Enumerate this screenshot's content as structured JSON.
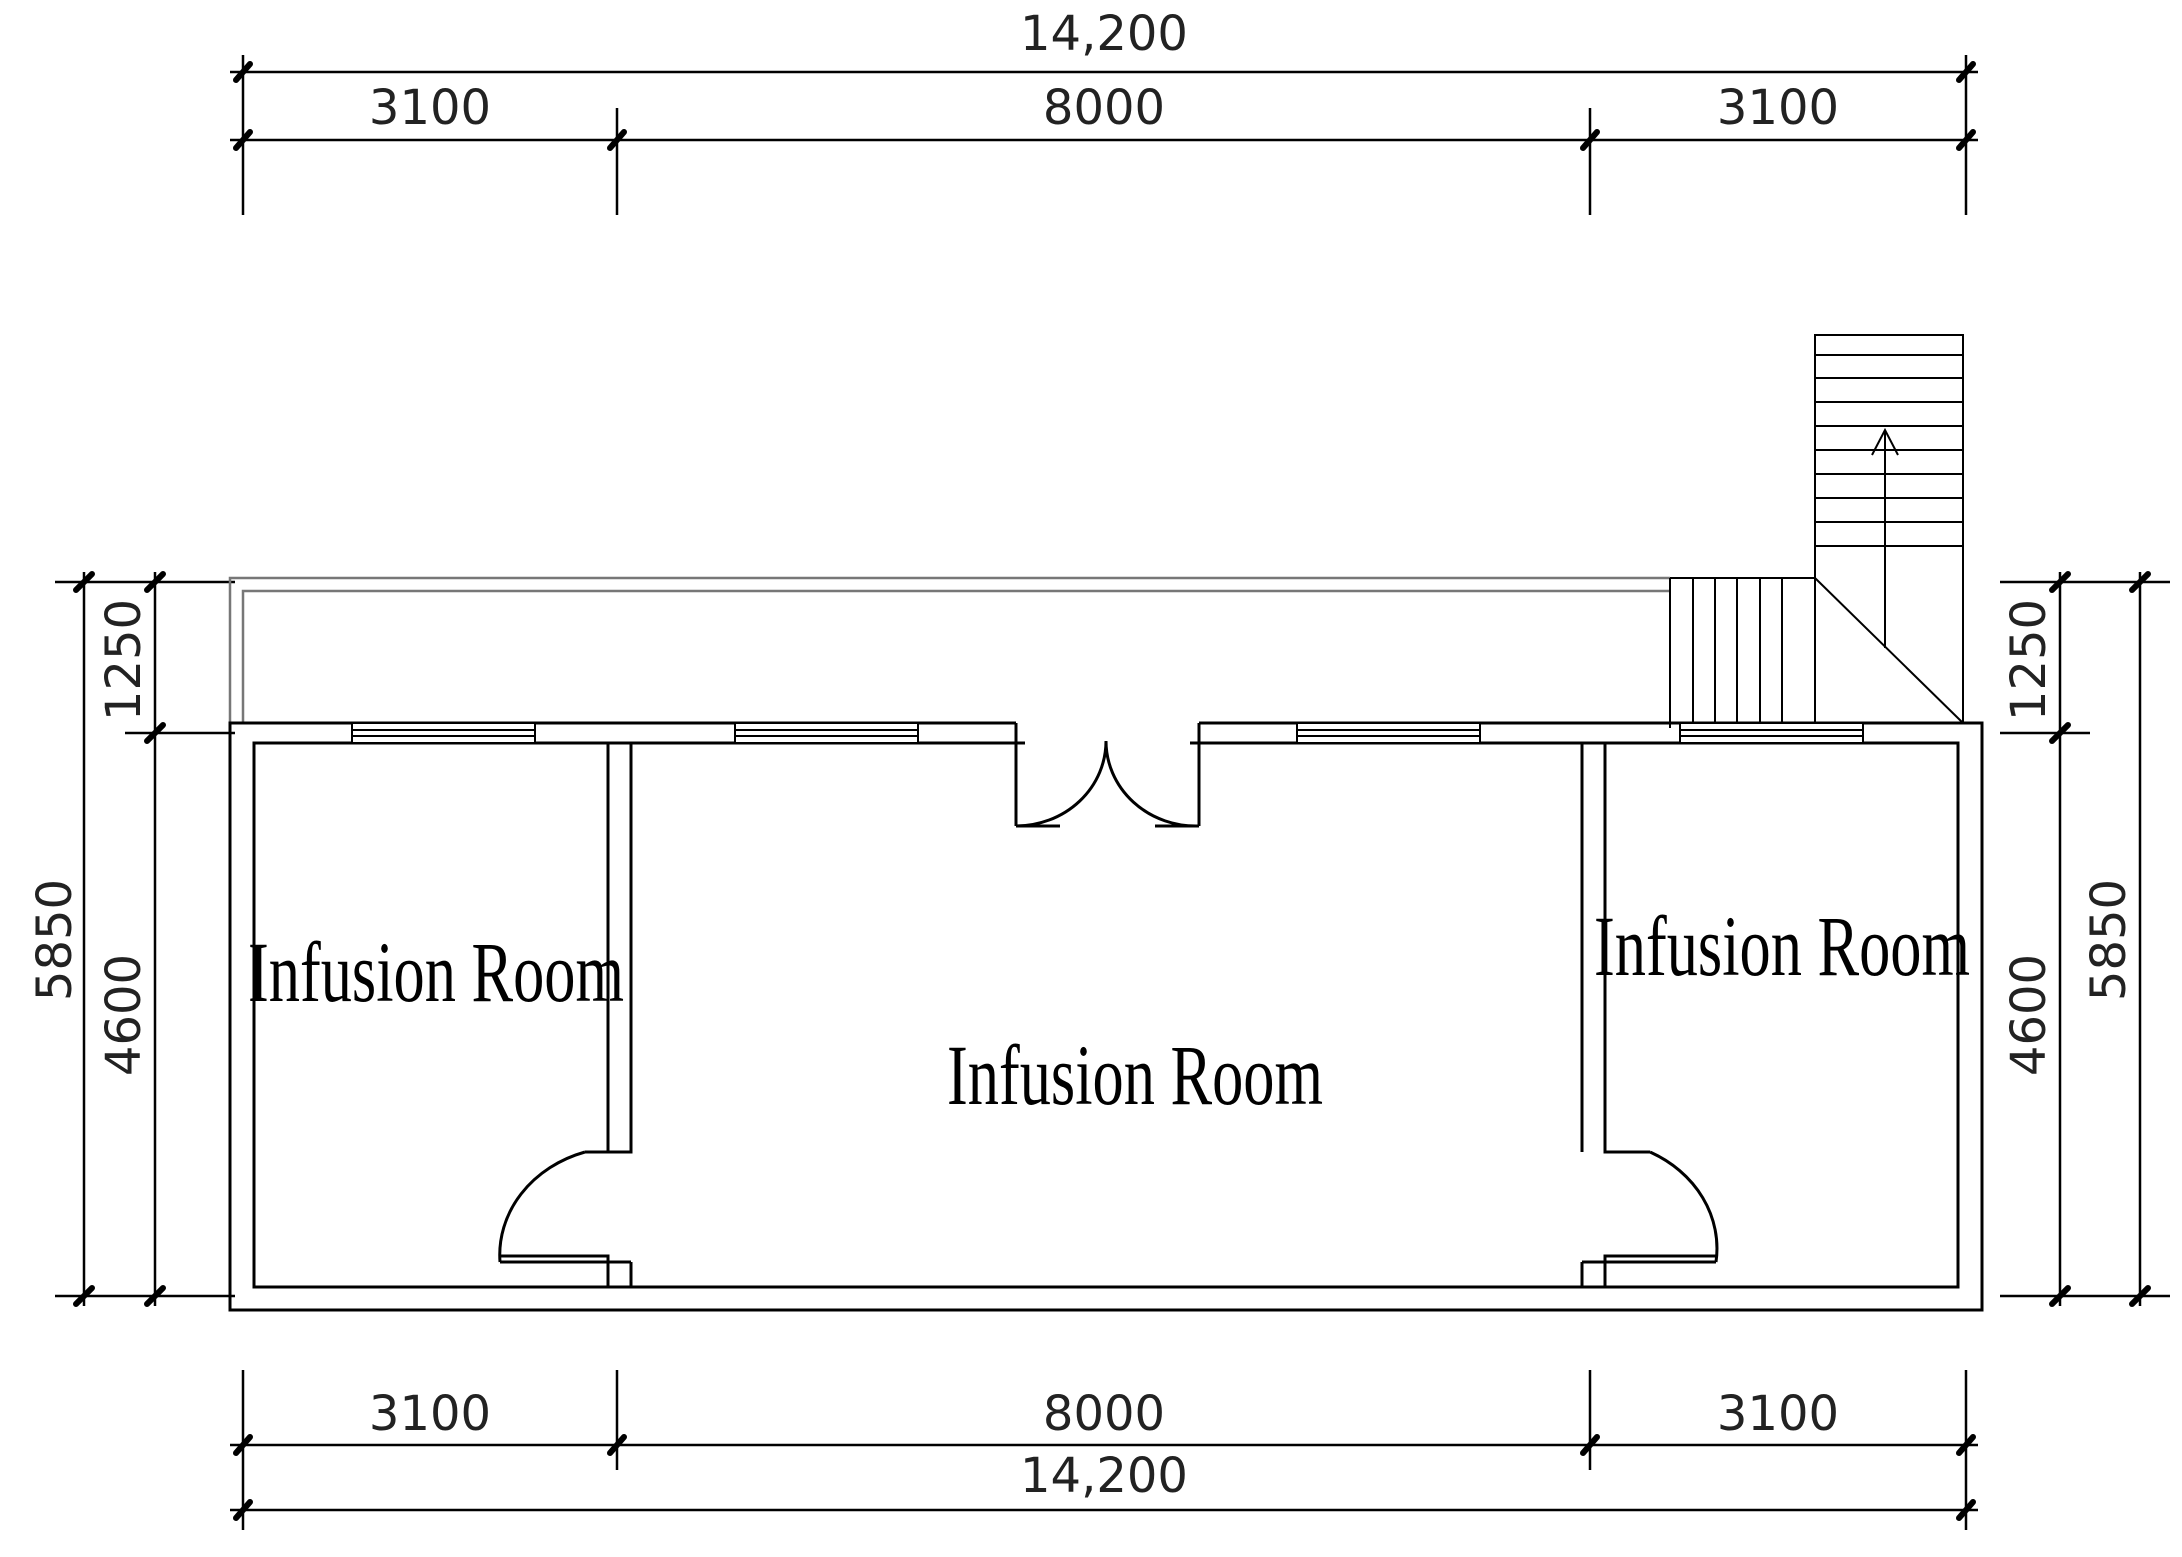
{
  "plan": {
    "rooms": [
      {
        "id": "left",
        "label": "Infusion Room"
      },
      {
        "id": "center",
        "label": "Infusion Room"
      },
      {
        "id": "right",
        "label": "Infusion Room"
      }
    ],
    "dimensions": {
      "top_total": "14,200",
      "top_segments": [
        "3100",
        "8000",
        "3100"
      ],
      "bottom_segments": [
        "3100",
        "8000",
        "3100"
      ],
      "bottom_total": "14,200",
      "left_total": "5850",
      "left_upper": "1250",
      "left_lower": "4600",
      "right_total": "5850",
      "right_upper": "1250",
      "right_lower": "4600"
    }
  }
}
